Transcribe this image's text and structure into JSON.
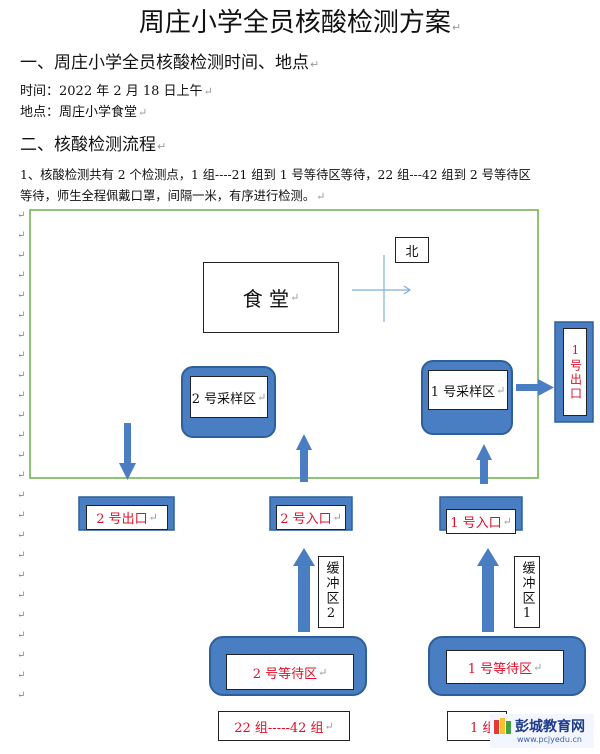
{
  "title": "周庄小学全员核酸检测方案",
  "para_mark": "↵",
  "section1": {
    "heading": "一、周庄小学全员核酸检测时间、地点",
    "time": "时间：2022 年 2 月 18 日上午",
    "place": "地点：周庄小学食堂"
  },
  "section2": {
    "heading": "二、核酸检测流程",
    "line1": "1、核酸检测共有 2 个检测点，1 组----21 组到 1 号等待区等待，22 组---42 组到 2 号等待区",
    "line2": "等待，师生全程佩戴口罩，间隔一米，有序进行检测。"
  },
  "diagram": {
    "canteen": "食  堂",
    "north": "北",
    "sample2": "2 号采样区",
    "sample1": "1 号采样区",
    "exit1": "1号出口",
    "exit2": "2 号出口",
    "entry2": "2 号入口",
    "entry1": "1 号入口",
    "buffer2": "缓冲区2",
    "buffer1": "缓冲区1",
    "wait2": "2 号等待区",
    "wait1": "1 号等待区",
    "group2": "22 组-----42 组",
    "group1": "1 组"
  },
  "watermark": {
    "brand": "彭城教育网",
    "url": "www.pcjyedu.cn"
  },
  "colors": {
    "blue": "#4a7ec2",
    "green_border": "#6ab04c",
    "red_text": "#e0102a"
  }
}
